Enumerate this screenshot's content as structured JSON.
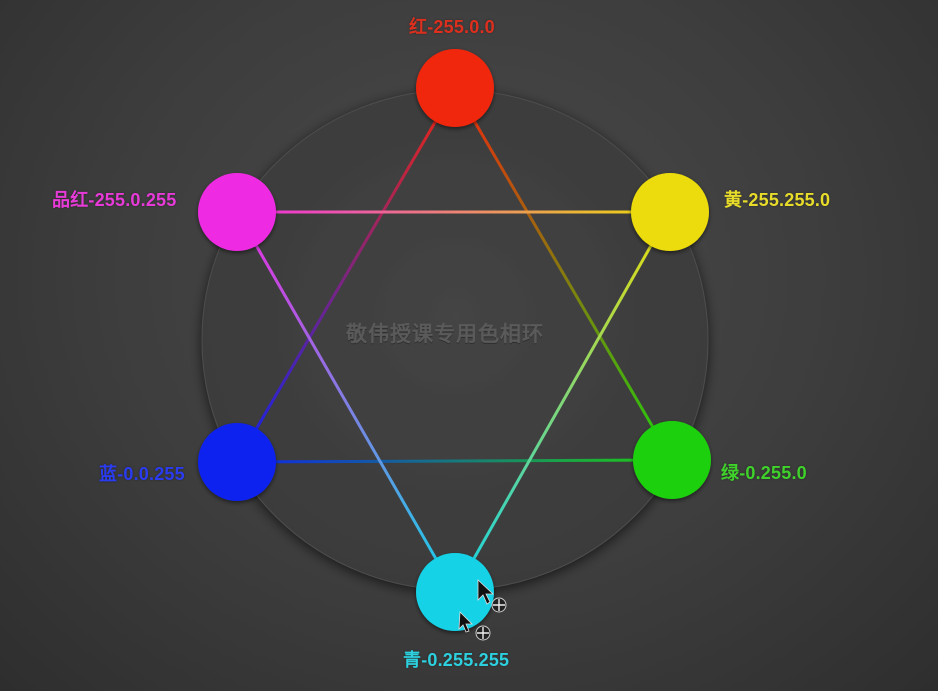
{
  "title": "敬伟授课专用色相环",
  "nodes": [
    {
      "id": "red",
      "label": "红-255.0.0",
      "color": "#f0260e",
      "label_color": "#dd2f1e"
    },
    {
      "id": "yellow",
      "label": "黄-255.255.0",
      "color": "#ecdc08",
      "label_color": "#e8dc2a"
    },
    {
      "id": "green",
      "label": "绿-0.255.0",
      "color": "#1ed00e",
      "label_color": "#3fd22a"
    },
    {
      "id": "cyan",
      "label": "青-0.255.255",
      "color": "#14d2e6",
      "label_color": "#2dd0de"
    },
    {
      "id": "blue",
      "label": "蓝-0.0.255",
      "color": "#0f22ee",
      "label_color": "#2a3bf0"
    },
    {
      "id": "magenta",
      "label": "品红-255.0.255",
      "color": "#ee2ae2",
      "label_color": "#e83ad8"
    }
  ],
  "triangles": [
    [
      "red",
      "green",
      "blue"
    ],
    [
      "magenta",
      "yellow",
      "cyan"
    ]
  ],
  "cursor_icons": [
    "arrow-cursor-icon",
    "move-cursor-icon"
  ]
}
